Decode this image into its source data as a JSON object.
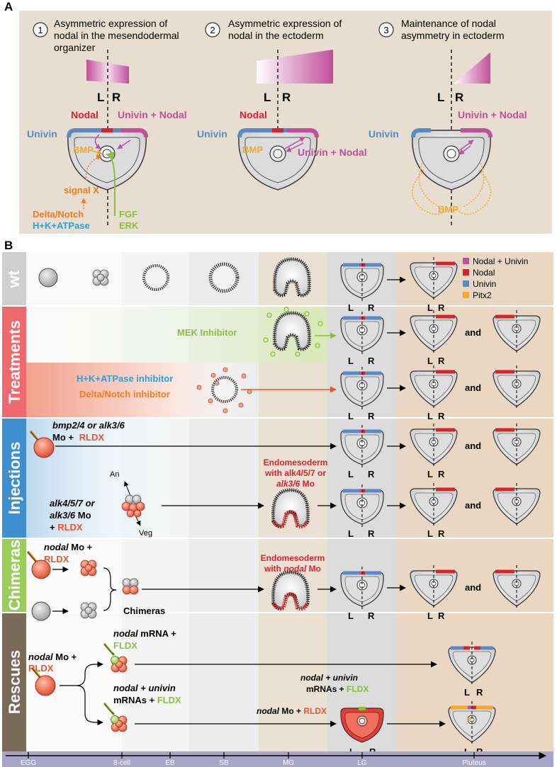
{
  "colors": {
    "nodal_univin": "#c04f9c",
    "nodal": "#d6242b",
    "univin": "#5b8bc6",
    "pitx2": "#f4a823",
    "bmp": "#f4a823",
    "signal_x": "#ee7d22",
    "fgf": "#8dbf3f",
    "hk": "#2ea0d8",
    "panel_a_bg": "#e8ddd1"
  },
  "panel_a": {
    "label": "A",
    "steps": [
      {
        "num": "1",
        "title_lines": [
          "Asymmetric expression of",
          "nodal in the mesendodermal",
          "organizer"
        ]
      },
      {
        "num": "2",
        "title_lines": [
          "Asymmetric expression of",
          "nodal in the ectoderm"
        ]
      },
      {
        "num": "3",
        "title_lines": [
          "Maintenance of nodal",
          "asymmetry in ectoderm"
        ]
      }
    ],
    "L": "L",
    "R": "R",
    "nodal": "Nodal",
    "univin_nodal": "Univin + Nodal",
    "univin": "Univin",
    "bmp": "BMP",
    "signal_x": "signal X",
    "delta_notch": "Delta/Notch",
    "hk_atpase": "H+K+ATPase",
    "fgf": "FGF",
    "erk": "ERK"
  },
  "panel_b": {
    "label": "B",
    "rows": {
      "wt": "wt",
      "treatments": "Treatments",
      "injections": "Injections",
      "chimeras": "Chimeras",
      "rescues": "Rescues"
    },
    "legend": [
      "Nodal + Univin",
      "Nodal",
      "Univin",
      "Pitx2"
    ],
    "stages": [
      "EGG",
      "8-cell",
      "EB",
      "SB",
      "MG",
      "LG",
      "Pluteus"
    ],
    "and": "and",
    "L": "L",
    "R": "R",
    "mek": "MEK Inhibitor",
    "hk_inh": "H+K+ATPase inhibitor",
    "dn_inh": "Delta/Notch inhibitor",
    "inj1_l1": "bmp2/4 or alk3/6",
    "inj1_mo": "Mo +",
    "rldx": "RLDX",
    "an": "An",
    "veg": "Veg",
    "inj2_l1": "alk4/5/7 or",
    "inj2_l2": "alk3/6",
    "inj2_mo": " Mo",
    "plus": "+ ",
    "endo1_l1": "Endomesoderm",
    "endo1_l2": "with alk4/5/7 or",
    "endo1_l3": "alk3/6",
    "endo1_mo": " Mo",
    "chim_nodal": "nodal",
    "chim_mo": " Mo +",
    "chimeras": "Chimeras",
    "endo2_l1": "Endomesoderm",
    "endo2_with": "with ",
    "endo2_nodal": "nodal",
    "endo2_mo": " Mo",
    "resc_mrna_nodal": "nodal",
    "resc_mrna": " mRNA +",
    "fldx": "FLDX",
    "resc_mo_nodal": "nodal",
    "resc_mo": " Mo +",
    "nodal_univin_i": "nodal + univin",
    "mrnas": "mRNAs + ",
    "lg_nodal": "nodal",
    "lg_mo": " Mo + "
  }
}
